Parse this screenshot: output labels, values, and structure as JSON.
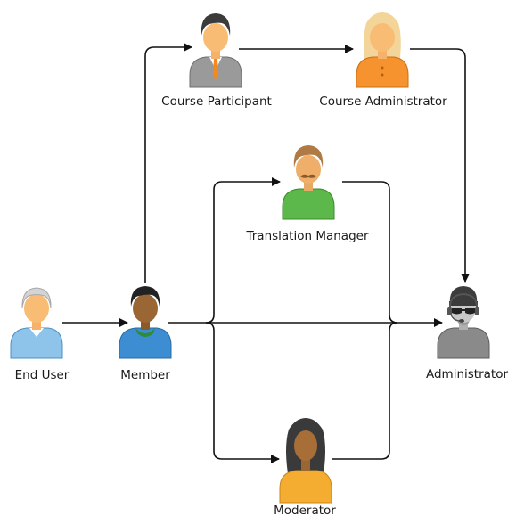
{
  "roles": {
    "end_user": "End User",
    "member": "Member",
    "course_participant": "Course Participant",
    "course_administrator": "Course Administrator",
    "translation_manager": "Translation Manager",
    "moderator": "Moderator",
    "administrator": "Administrator"
  },
  "icons": {
    "end_user": "user-icon",
    "member": "user-icon",
    "course_participant": "user-icon",
    "course_administrator": "user-icon",
    "translation_manager": "user-icon",
    "moderator": "user-icon",
    "administrator": "admin-headset-icon"
  },
  "colors": {
    "end_user": "#8ec4ea",
    "member": "#3c8dd1",
    "course_participant": "#9a9a9a",
    "course_administrator": "#f7932f",
    "translation_manager": "#5cb84a",
    "moderator": "#f5ad31",
    "administrator": "#8a8a8a",
    "edge": "#111111"
  }
}
